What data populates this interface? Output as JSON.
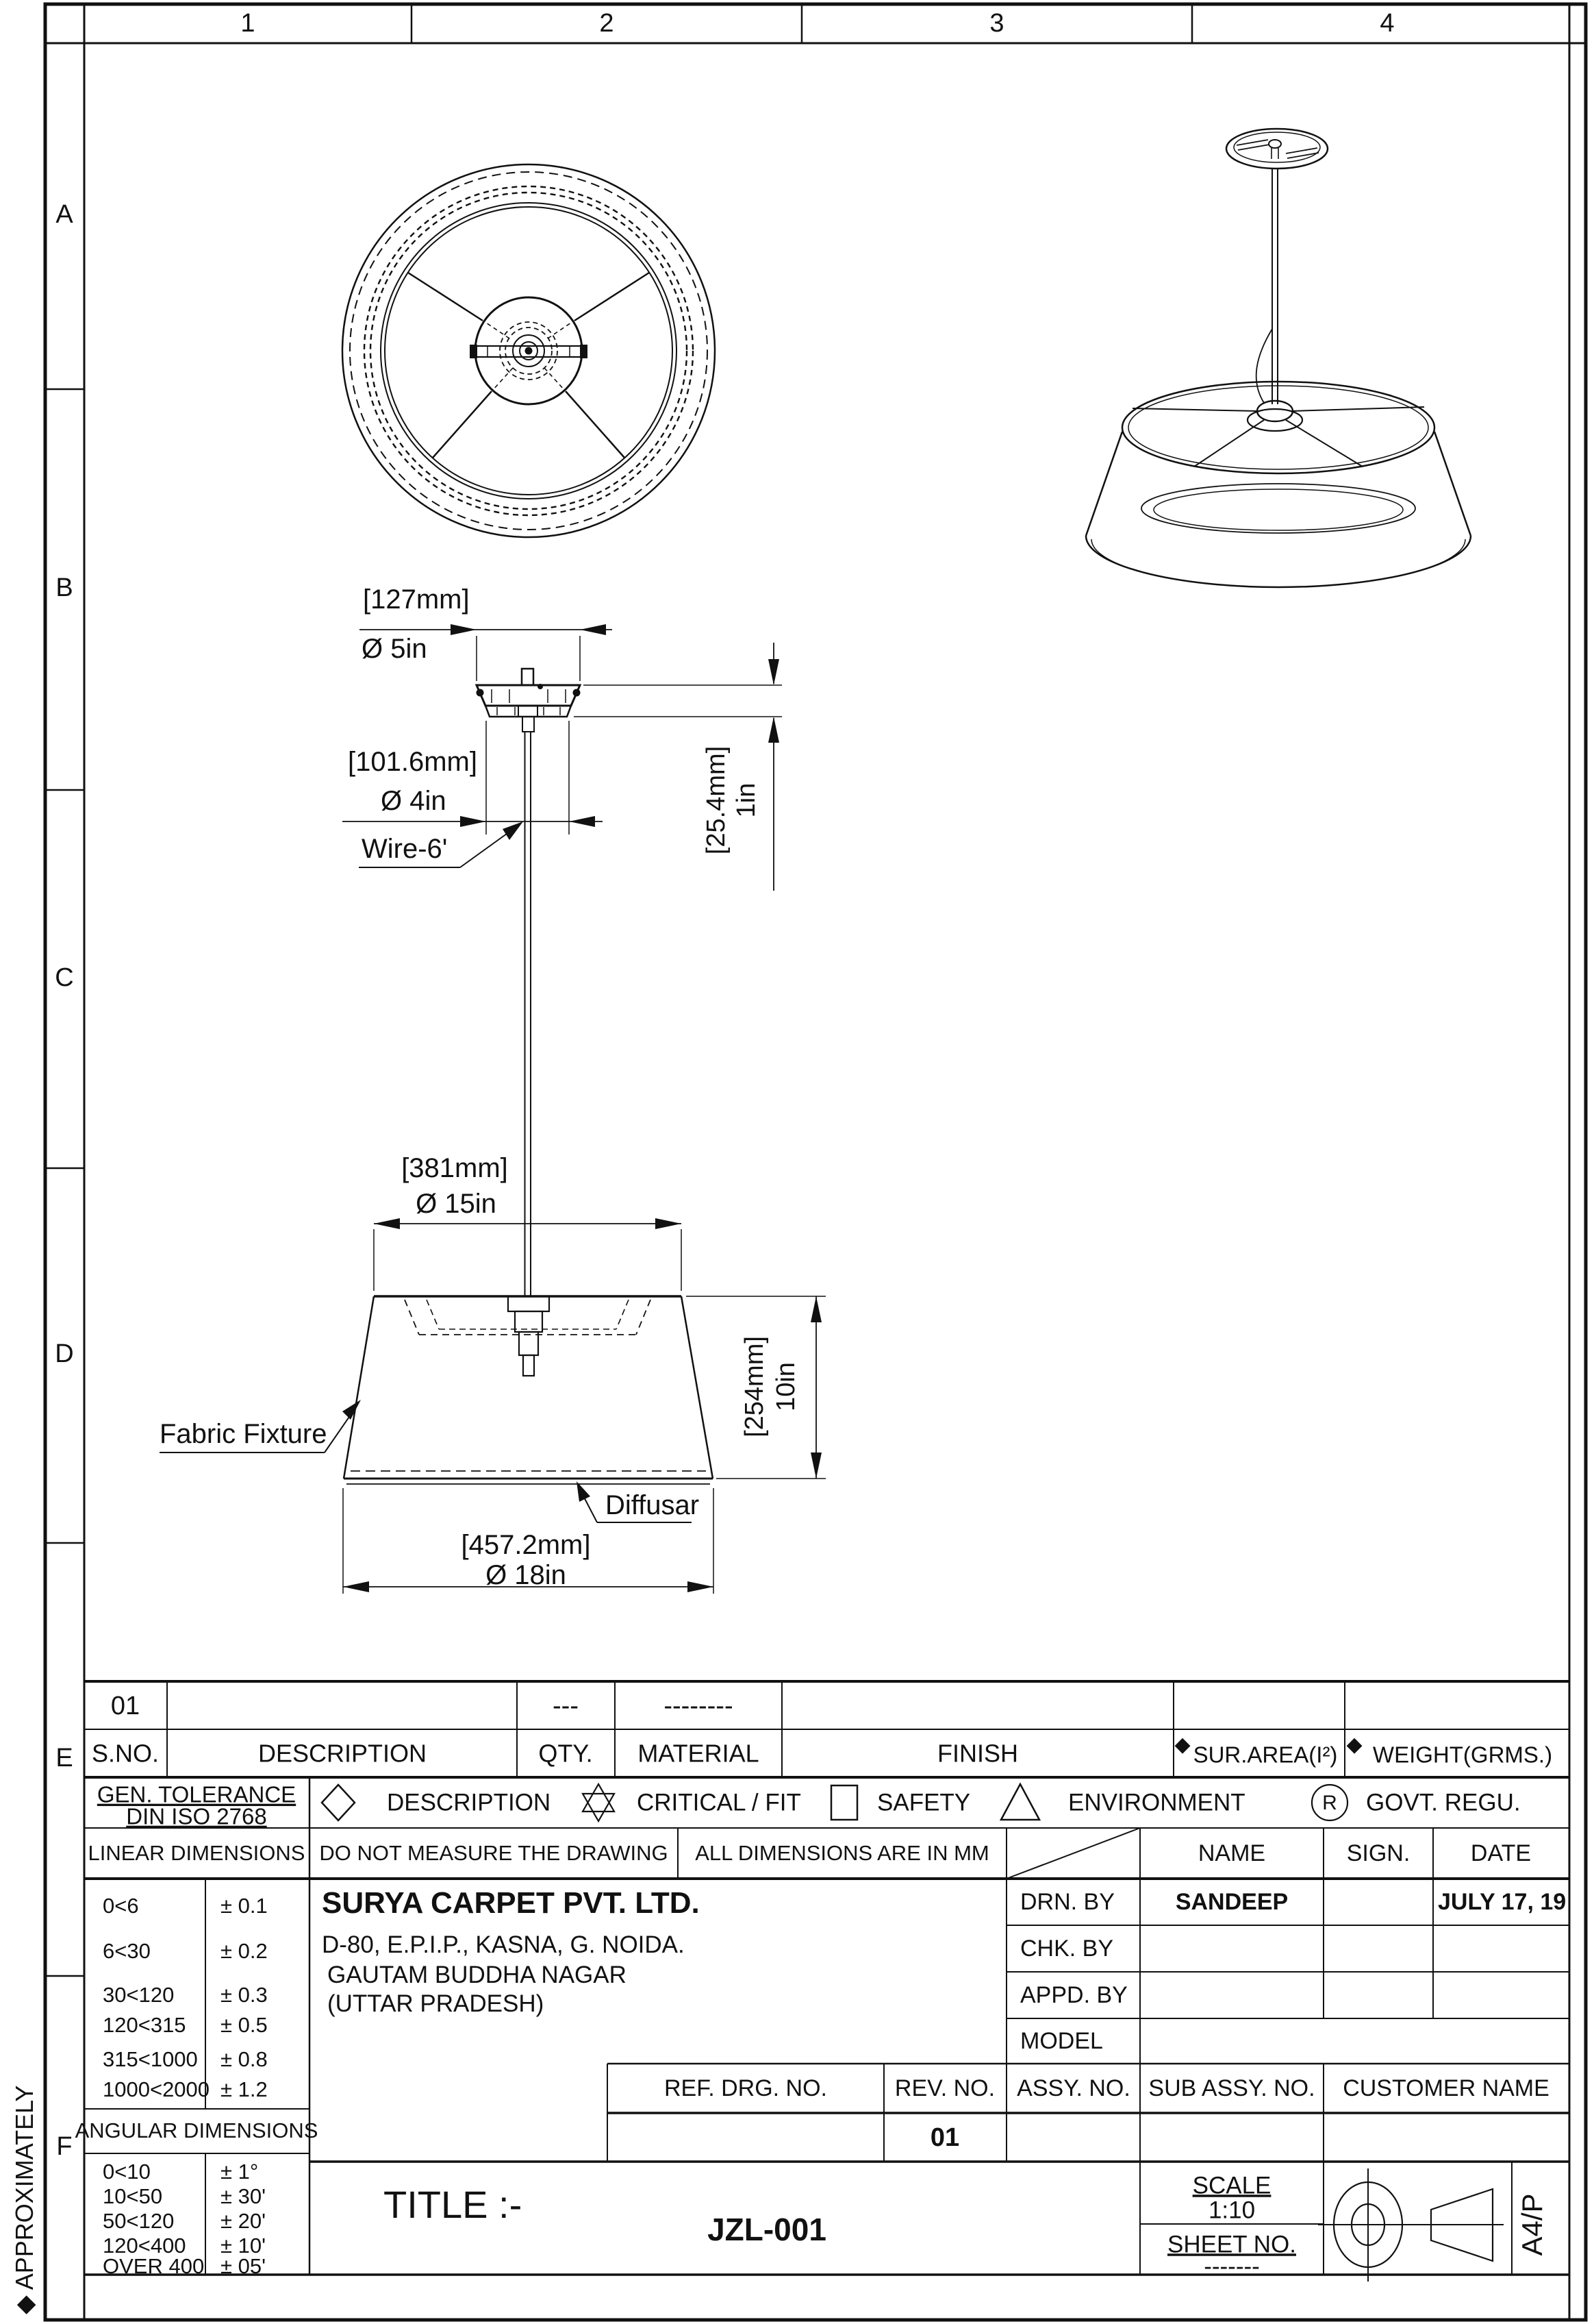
{
  "frame": {
    "zone_columns": [
      "1",
      "2",
      "3",
      "4"
    ],
    "zone_rows": [
      "A",
      "B",
      "C",
      "D",
      "E",
      "F"
    ],
    "side_note": "◆ APPROXIMATELY"
  },
  "views": {
    "canopy_detail": {
      "dia5_bracket": "[127mm]",
      "dia5": "Ø 5in",
      "dia4_bracket": "[101.6mm]",
      "dia4": "Ø 4in",
      "height_bracket": "[25.4mm]",
      "height": "1in",
      "wire_label": "Wire-6'"
    },
    "shade_front": {
      "dia15_bracket": "[381mm]",
      "dia15": "Ø 15in",
      "height_bracket": "[254mm]",
      "height": "10in",
      "dia18_bracket": "[457.2mm]",
      "dia18": "Ø 18in",
      "fabric_label": "Fabric Fixture",
      "diffuser_label": "Diffusar"
    }
  },
  "parts_table": {
    "row": {
      "sno": "01",
      "description": "",
      "qty": "---",
      "material": "--------",
      "finish": "",
      "sur_area": "",
      "weight": ""
    },
    "headers": {
      "sno": "S.NO.",
      "description": "DESCRIPTION",
      "qty": "QTY.",
      "material": "MATERIAL",
      "finish": "FINISH",
      "diamond": "◆",
      "sur_area": "SUR.AREA(I²)",
      "weight": "WEIGHT(GRMS.)"
    }
  },
  "general_tolerance": {
    "line1": "GEN. TOLERANCE",
    "line2": "DIN ISO 2768"
  },
  "symbols_legend": {
    "description": "DESCRIPTION",
    "critical": "CRITICAL / FIT",
    "safety": "SAFETY",
    "environment": "ENVIRONMENT",
    "r_letter": "R",
    "govt": "GOVT. REGU."
  },
  "dimension_notes": {
    "linear": "LINEAR DIMENSIONS",
    "do_not_measure": "DO NOT MEASURE THE DRAWING",
    "all_dims": "ALL DIMENSIONS ARE IN MM",
    "name": "NAME",
    "sign": "SIGN.",
    "date": "DATE"
  },
  "linear_tolerances": [
    {
      "range": "0<6",
      "tol": "± 0.1"
    },
    {
      "range": "6<30",
      "tol": "± 0.2"
    },
    {
      "range": "30<120",
      "tol": "± 0.3"
    },
    {
      "range": "120<315",
      "tol": "± 0.5"
    },
    {
      "range": "315<1000",
      "tol": "± 0.8"
    },
    {
      "range": "1000<2000",
      "tol": "± 1.2"
    }
  ],
  "angular_title": "ANGULAR DIMENSIONS",
  "angular_tolerances": [
    {
      "range": "0<10",
      "tol": "± 1°"
    },
    {
      "range": "10<50",
      "tol": "± 30'"
    },
    {
      "range": "50<120",
      "tol": "± 20'"
    },
    {
      "range": "120<400",
      "tol": "± 10'"
    },
    {
      "range": "OVER 400",
      "tol": "± 05'"
    }
  ],
  "company": {
    "name": "SURYA CARPET PVT. LTD.",
    "address1": "D-80, E.P.I.P., KASNA, G. NOIDA.",
    "address2": "GAUTAM BUDDHA NAGAR",
    "address3": "(UTTAR PRADESH)"
  },
  "approvals": {
    "drn_label": "DRN. BY",
    "drn_name": "SANDEEP",
    "drn_date": "JULY 17, 19",
    "chk_label": "CHK. BY",
    "appd_label": "APPD. BY",
    "model_label": "MODEL"
  },
  "ref_row": {
    "ref": "REF. DRG. NO.",
    "rev": "REV. NO.",
    "assy": "ASSY. NO.",
    "sub_assy": "SUB ASSY. NO.",
    "customer": "CUSTOMER NAME",
    "rev_value": "01"
  },
  "title_block": {
    "title_label": "TITLE :-",
    "drawing_number": "JZL-001",
    "scale_label": "SCALE",
    "scale_value": "1:10",
    "sheet_label": "SHEET NO.",
    "sheet_value": "-------",
    "paper": "A4/P"
  }
}
